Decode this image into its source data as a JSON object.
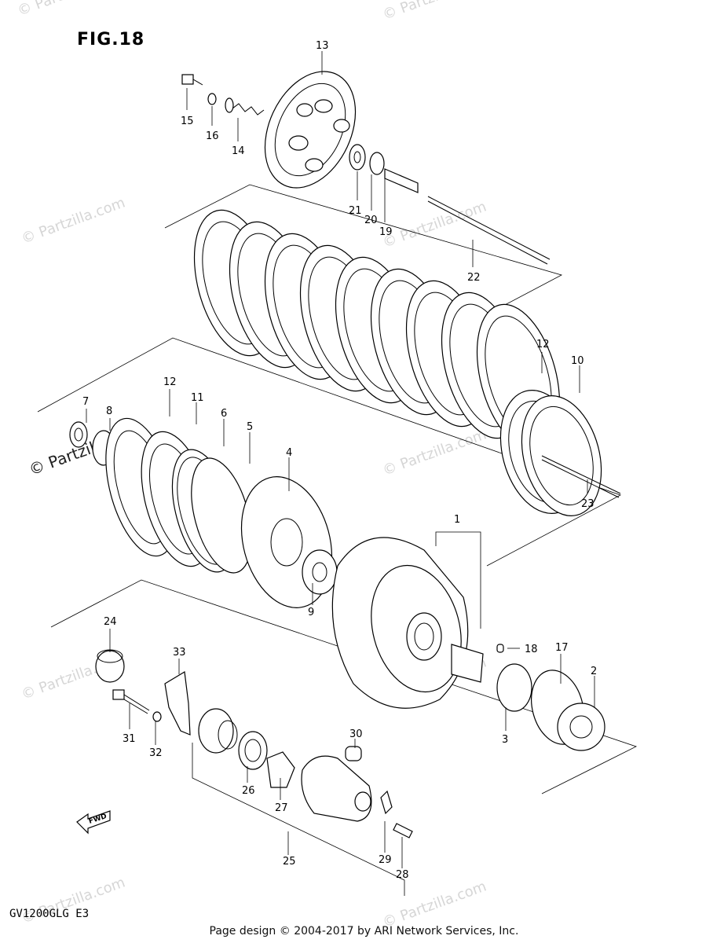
{
  "figure_title": "FIG.18",
  "model_code": "GV1200GLG E3",
  "footer": "Page design © 2004-2017 by ARI Network Services, Inc.",
  "watermark": "© Partzilla.com",
  "fwd_label": "FWD",
  "part_labels": [
    "1",
    "2",
    "3",
    "4",
    "5",
    "6",
    "7",
    "8",
    "9",
    "10",
    "11",
    "12",
    "12",
    "13",
    "14",
    "15",
    "16",
    "17",
    "18",
    "19",
    "20",
    "21",
    "22",
    "23",
    "24",
    "25",
    "26",
    "27",
    "28",
    "29",
    "30",
    "31",
    "32",
    "33"
  ]
}
